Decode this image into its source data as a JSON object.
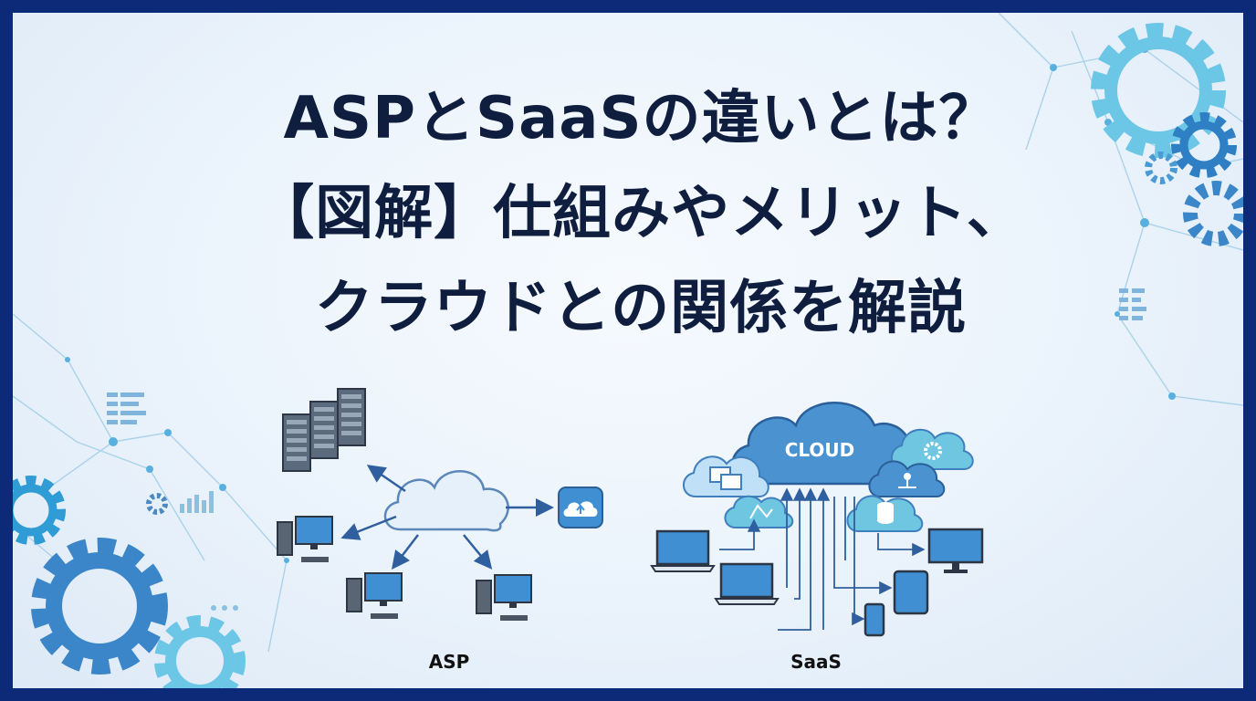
{
  "title": {
    "line1": "ASPとSaaSの違いとは？",
    "line2": "【図解】仕組みやメリット、",
    "line3": "クラウドとの関係を解説"
  },
  "diagram": {
    "asp_label": "ASP",
    "saas_label": "SaaS",
    "cloud_label": "CLOUD"
  },
  "colors": {
    "frame": "#0d2a78",
    "title": "#0f1d3e",
    "accent": "#2f7fc4",
    "cloud_fill": "#4a93d0",
    "gear": "#3a86c8"
  }
}
